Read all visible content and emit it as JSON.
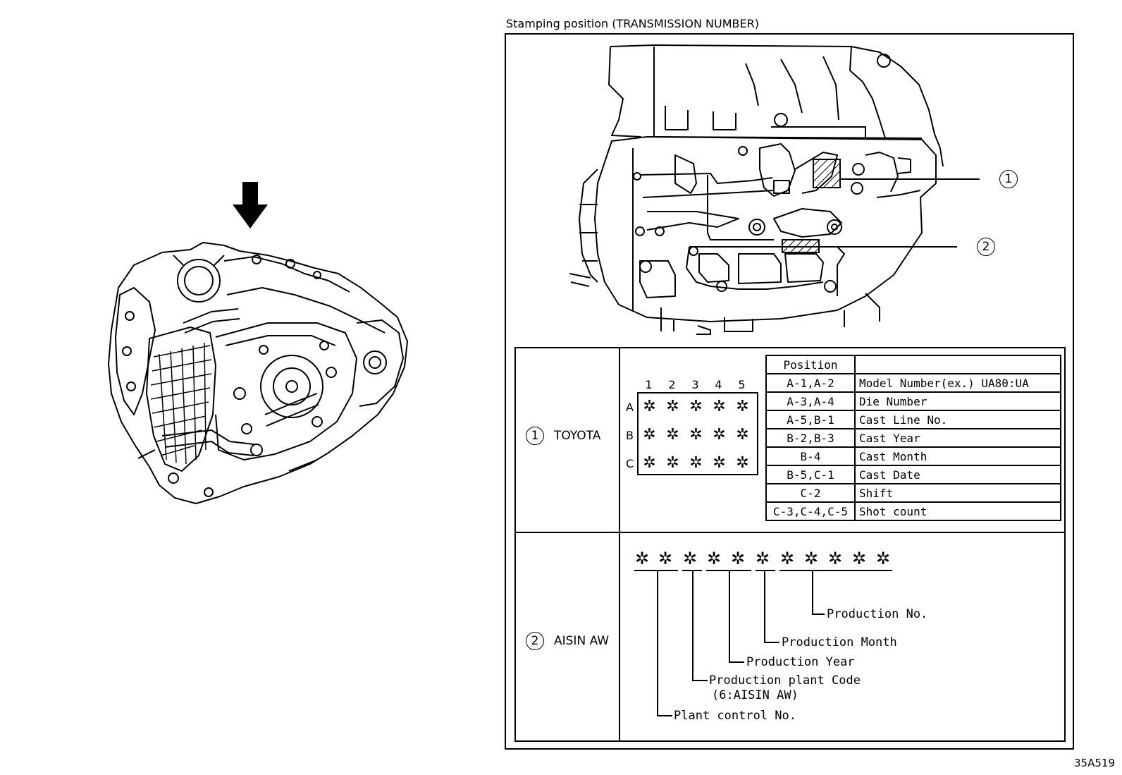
{
  "figure": {
    "title": "Stamping position (TRANSMISSION NUMBER)",
    "ref_code": "35A519"
  },
  "callouts": [
    "1",
    "2"
  ],
  "toyota": {
    "index": "1",
    "maker": "TOYOTA",
    "grid": {
      "columns": [
        "1",
        "2",
        "3",
        "4",
        "5"
      ],
      "rows": [
        "A",
        "B",
        "C"
      ],
      "mark": "✲"
    },
    "position_table": {
      "headers": [
        "Position",
        ""
      ],
      "rows": [
        [
          "A-1,A-2",
          "Model Number(ex.) UA80:UA"
        ],
        [
          "A-3,A-4",
          "Die Number"
        ],
        [
          "A-5,B-1",
          "Cast Line No."
        ],
        [
          "B-2,B-3",
          "Cast Year"
        ],
        [
          "B-4",
          "Cast Month"
        ],
        [
          "B-5,C-1",
          "Cast Date"
        ],
        [
          "C-2",
          "Shift"
        ],
        [
          "C-3,C-4,C-5",
          "Shot count"
        ]
      ]
    }
  },
  "aisin": {
    "index": "2",
    "maker": "AISIN AW",
    "mark": "✲",
    "mark_count": 11,
    "labels": {
      "production_no": "Production No.",
      "production_month": "Production Month",
      "production_year": "Production Year",
      "plant_code": "Production plant Code",
      "plant_code_note": "(6:AISIN AW)",
      "plant_control": "Plant control No."
    }
  }
}
